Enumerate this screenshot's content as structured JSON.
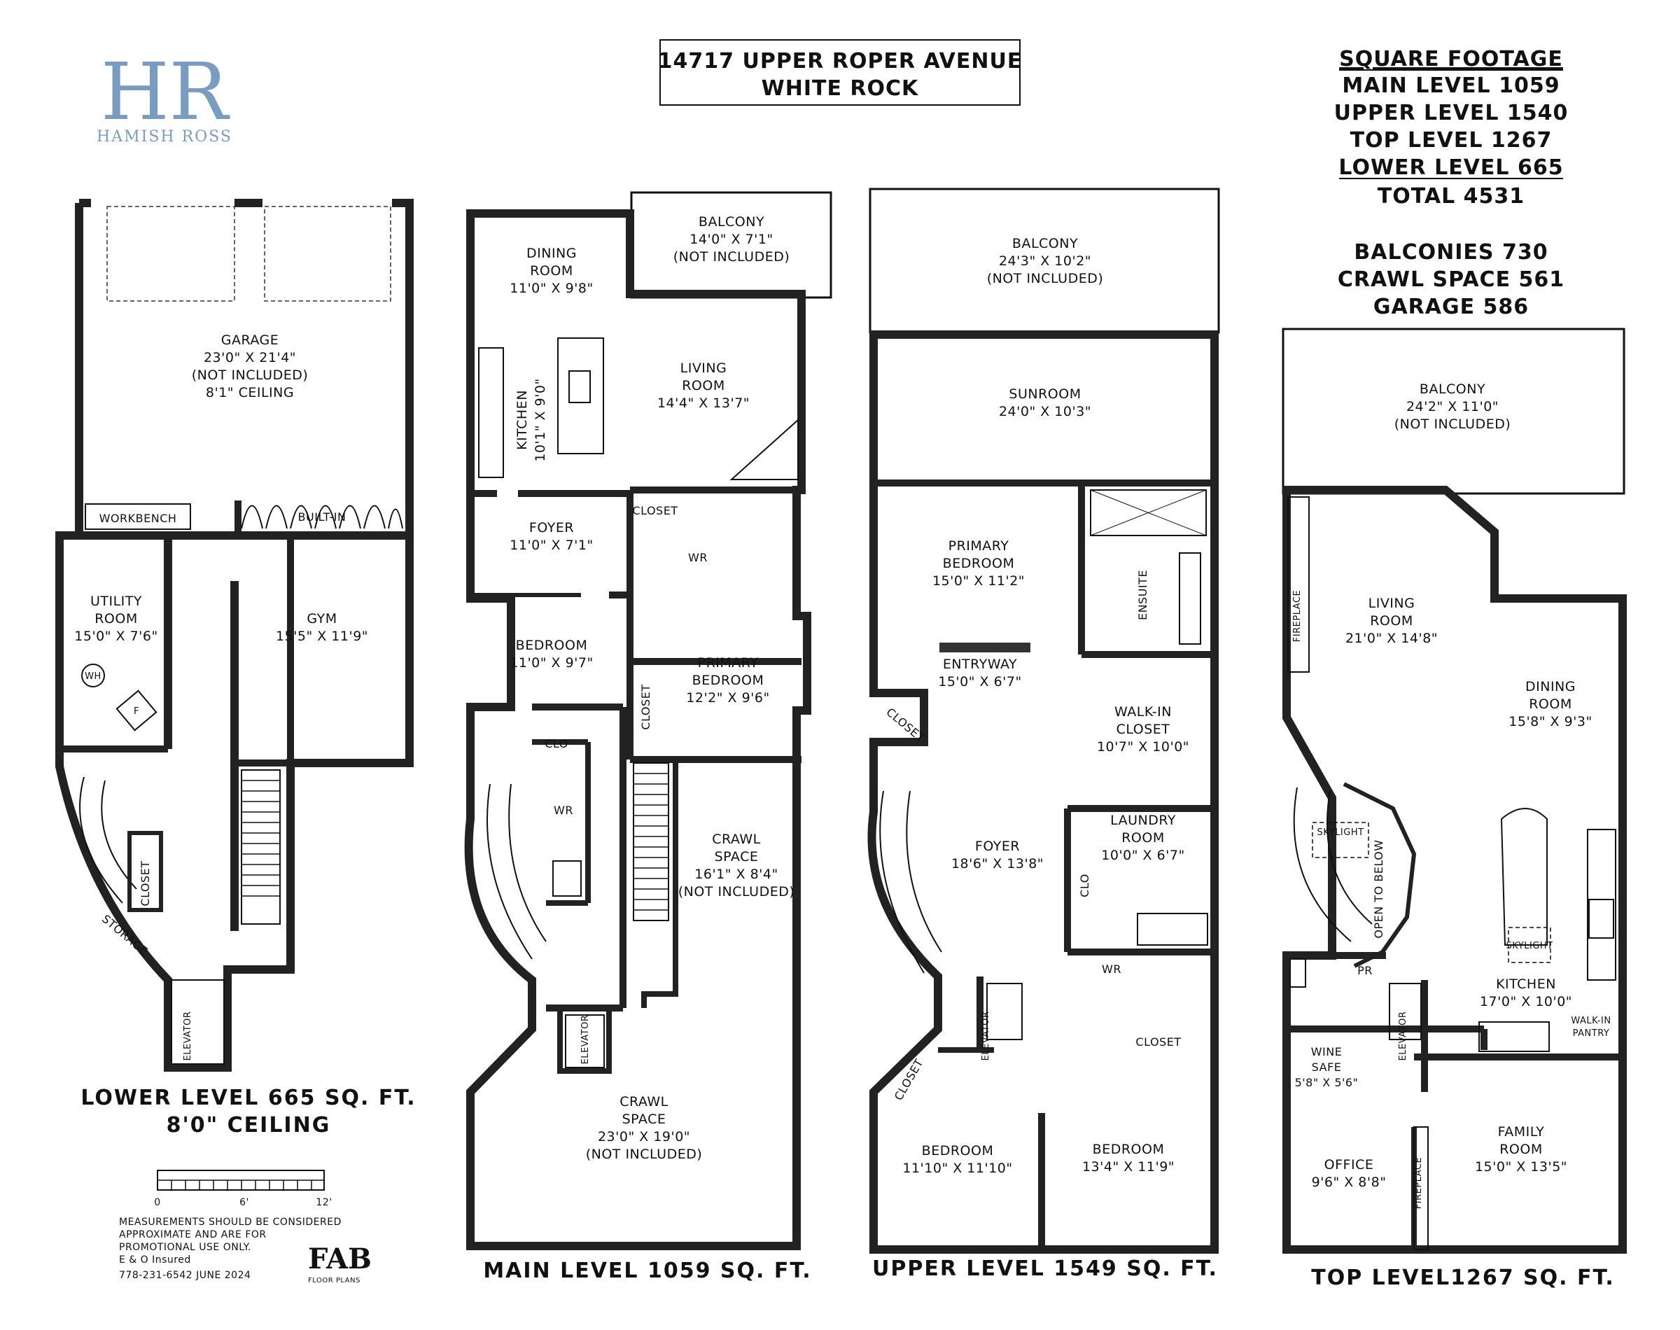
{
  "logo": {
    "initials": "HR",
    "name": "HAMISH ROSS"
  },
  "address": {
    "line1": "14717 UPPER ROPER AVENUE",
    "line2": "WHITE ROCK"
  },
  "square_footage": {
    "title": "SQUARE FOOTAGE",
    "main": "MAIN LEVEL 1059",
    "upper": "UPPER LEVEL 1540",
    "top": "TOP LEVEL 1267",
    "lower": "LOWER LEVEL 665",
    "total": "TOTAL 4531",
    "balconies": "BALCONIES 730",
    "crawl": "CRAWL SPACE 561",
    "garage": "GARAGE 586"
  },
  "lower": {
    "caption1": "LOWER LEVEL 665 SQ. FT.",
    "caption2": "8'0\" CEILING",
    "garage": [
      "GARAGE",
      "23'0\" X 21'4\"",
      "(NOT INCLUDED)",
      "8'1\" CEILING"
    ],
    "workbench": "WORKBENCH",
    "builtin": "BUILT-IN",
    "utility": [
      "UTILITY",
      "ROOM",
      "15'0\" X 7'6\""
    ],
    "wh": "WH",
    "f": "F",
    "gym": [
      "GYM",
      "15'5\" X 11'9\""
    ],
    "closet": "CLOSET",
    "storage": "STORAGE",
    "elevator": "ELEVATOR"
  },
  "main": {
    "caption": "MAIN LEVEL 1059 SQ. FT.",
    "balcony": [
      "BALCONY",
      "14'0\" X 7'1\"",
      "(NOT INCLUDED)"
    ],
    "dining": [
      "DINING",
      "ROOM",
      "11'0\" X 9'8\""
    ],
    "living": [
      "LIVING",
      "ROOM",
      "14'4\" X 13'7\""
    ],
    "kitchen": "KITCHEN",
    "kitchen_dim": "10'1\" X 9'0\"",
    "foyer": [
      "FOYER",
      "11'0\" X 7'1\""
    ],
    "closet": "CLOSET",
    "wr": "WR",
    "bedroom": [
      "BEDROOM",
      "11'0\" X 9'7\""
    ],
    "primary": [
      "PRIMARY",
      "BEDROOM",
      "12'2\" X 9'6\""
    ],
    "closet_v": "CLOSET",
    "clo": "CLO",
    "wr2": "WR",
    "crawl1": [
      "CRAWL",
      "SPACE",
      "16'1\" X 8'4\"",
      "(NOT INCLUDED)"
    ],
    "crawl2": [
      "CRAWL",
      "SPACE",
      "23'0\" X 19'0\"",
      "(NOT INCLUDED)"
    ],
    "elevator": "ELEVATOR"
  },
  "upper": {
    "caption": "UPPER LEVEL 1549 SQ. FT.",
    "balcony": [
      "BALCONY",
      "24'3\" X 10'2\"",
      "(NOT INCLUDED)"
    ],
    "sunroom": [
      "SUNROOM",
      "24'0\" X 10'3\""
    ],
    "primary": [
      "PRIMARY",
      "BEDROOM",
      "15'0\" X 11'2\""
    ],
    "ensuite": "ENSUITE",
    "entryway": [
      "ENTRYWAY",
      "15'0\" X 6'7\""
    ],
    "walkin": [
      "WALK-IN",
      "CLOSET",
      "10'7\" X 10'0\""
    ],
    "closet": "CLOSET",
    "foyer": [
      "FOYER",
      "18'6\" X 13'8\""
    ],
    "laundry": [
      "LAUNDRY",
      "ROOM",
      "10'0\" X 6'7\""
    ],
    "clo": "CLO",
    "wr": "WR",
    "closet2": "CLOSET",
    "closet3": "CLOSET",
    "bed1": [
      "BEDROOM",
      "11'10\" X 11'10\""
    ],
    "bed2": [
      "BEDROOM",
      "13'4\" X 11'9\""
    ],
    "elevator": "ELEVATOR"
  },
  "top": {
    "caption": "TOP LEVEL1267 SQ. FT.",
    "balcony": [
      "BALCONY",
      "24'2\" X 11'0\"",
      "(NOT INCLUDED)"
    ],
    "living": [
      "LIVING",
      "ROOM",
      "21'0\" X 14'8\""
    ],
    "fireplace": "FIREPLACE",
    "dining": [
      "DINING",
      "ROOM",
      "15'8\" X 9'3\""
    ],
    "skylight": "SKYLIGHT",
    "open": "OPEN TO BELOW",
    "kitchen": [
      "KITCHEN",
      "17'0\" X 10'0\""
    ],
    "pantry": [
      "WALK-IN",
      "PANTRY"
    ],
    "pr": "PR",
    "wine": [
      "WINE",
      "SAFE",
      "5'8\" X 5'6\""
    ],
    "office": [
      "OFFICE",
      "9'6\" X 8'8\""
    ],
    "family": [
      "FAMILY",
      "ROOM",
      "15'0\" X 13'5\""
    ],
    "elevator": "ELEVATOR"
  },
  "scale": {
    "zero": "0",
    "mid": "6'",
    "end": "12'"
  },
  "disclaimer": {
    "l1": "MEASUREMENTS SHOULD BE CONSIDERED",
    "l2": "APPROXIMATE AND ARE FOR",
    "l3": "PROMOTIONAL USE ONLY.",
    "l4": "E & O Insured",
    "l5": "778-231-6542  JUNE 2024"
  },
  "fab": {
    "mark": "FAB",
    "sub": "FLOOR PLANS"
  }
}
